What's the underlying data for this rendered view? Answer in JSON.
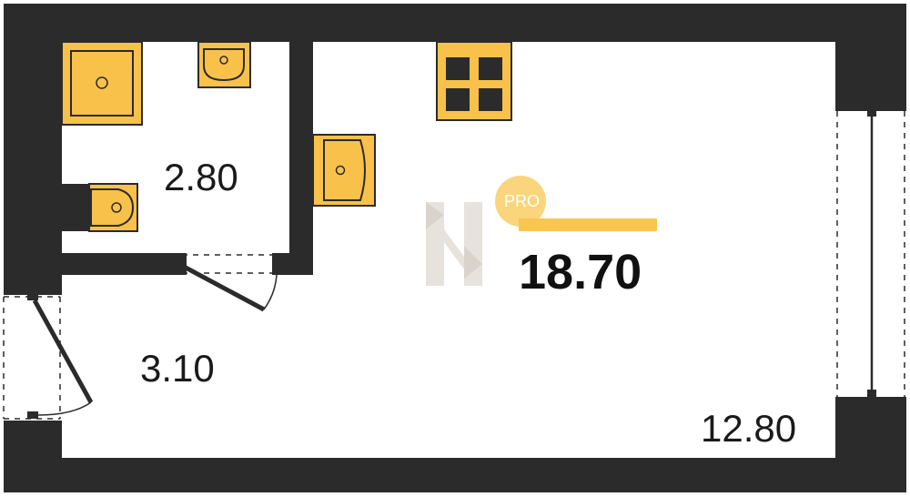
{
  "plan": {
    "total_area": "18.70",
    "rooms": [
      {
        "id": "bathroom",
        "area": "2.80"
      },
      {
        "id": "hallway",
        "area": "3.10"
      },
      {
        "id": "living-room",
        "area": "12.80"
      }
    ]
  },
  "brand": {
    "badge_text": "PRO",
    "accent_color": "#f9c74f",
    "fixture_color": "#f8c14a",
    "wall_color": "#2b2b2b",
    "watermark_color": "#e7e2dc"
  },
  "icons": [
    "bathtub-icon",
    "sink-icon",
    "toilet-icon",
    "stove-icon",
    "washbasin-icon"
  ]
}
